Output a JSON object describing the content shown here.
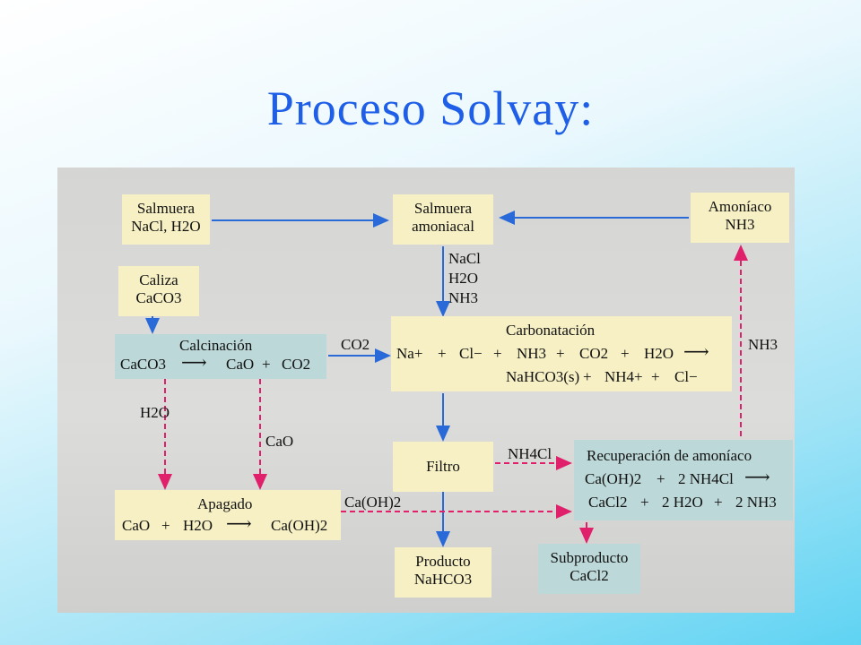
{
  "title": "Proceso Solvay:",
  "boxes": {
    "salmuera": {
      "line1": "Salmuera",
      "line2": "NaCl, H2O"
    },
    "salmuera_amoniacal": {
      "line1": "Salmuera",
      "line2": "amoniacal"
    },
    "amoniaco": {
      "line1": "Amoníaco",
      "line2": "NH3"
    },
    "caliza": {
      "line1": "Caliza",
      "line2": "CaCO3"
    },
    "calcinacion": {
      "heading": "Calcinación",
      "eq": [
        "CaCO3",
        "⟶",
        "CaO",
        "+",
        "CO2"
      ]
    },
    "carbonatacion": {
      "heading": "Carbonatación",
      "eq1": [
        "Na+",
        "+",
        "Cl−",
        "+",
        "NH3",
        "+",
        "CO2",
        "+",
        "H2O",
        "⟶"
      ],
      "eq2": [
        "NaHCO3(s)",
        "+",
        "NH4+",
        "+",
        "Cl−"
      ]
    },
    "filtro": {
      "label": "Filtro"
    },
    "recuperacion": {
      "heading": "Recuperación de amoníaco",
      "eq1": [
        "Ca(OH)2",
        "+",
        "2 NH4Cl",
        "⟶"
      ],
      "eq2": [
        "CaCl2",
        "+",
        "2 H2O",
        "+",
        "2 NH3"
      ]
    },
    "apagado": {
      "heading": "Apagado",
      "eq": [
        "CaO",
        "+",
        "H2O",
        "⟶",
        "Ca(OH)2"
      ]
    },
    "producto": {
      "line1": "Producto",
      "line2": "NaHCO3"
    },
    "subproducto": {
      "line1": "Subproducto",
      "line2": "CaCl2"
    }
  },
  "labels": {
    "inputs_nacl": "NaCl",
    "inputs_h2o": "H2O",
    "inputs_nh3": "NH3",
    "co2": "CO2",
    "nh3_right": "NH3",
    "h2o_left": "H2O",
    "cao": "CaO",
    "nh4cl": "NH4Cl",
    "caoh2": "Ca(OH)2"
  },
  "colors": {
    "title": "#1f5fe8",
    "solid_arrow": "#2a6ad8",
    "dashed_arrow": "#e0206a",
    "cream": "#f6f0c4",
    "teal": "#bcd8d8"
  }
}
